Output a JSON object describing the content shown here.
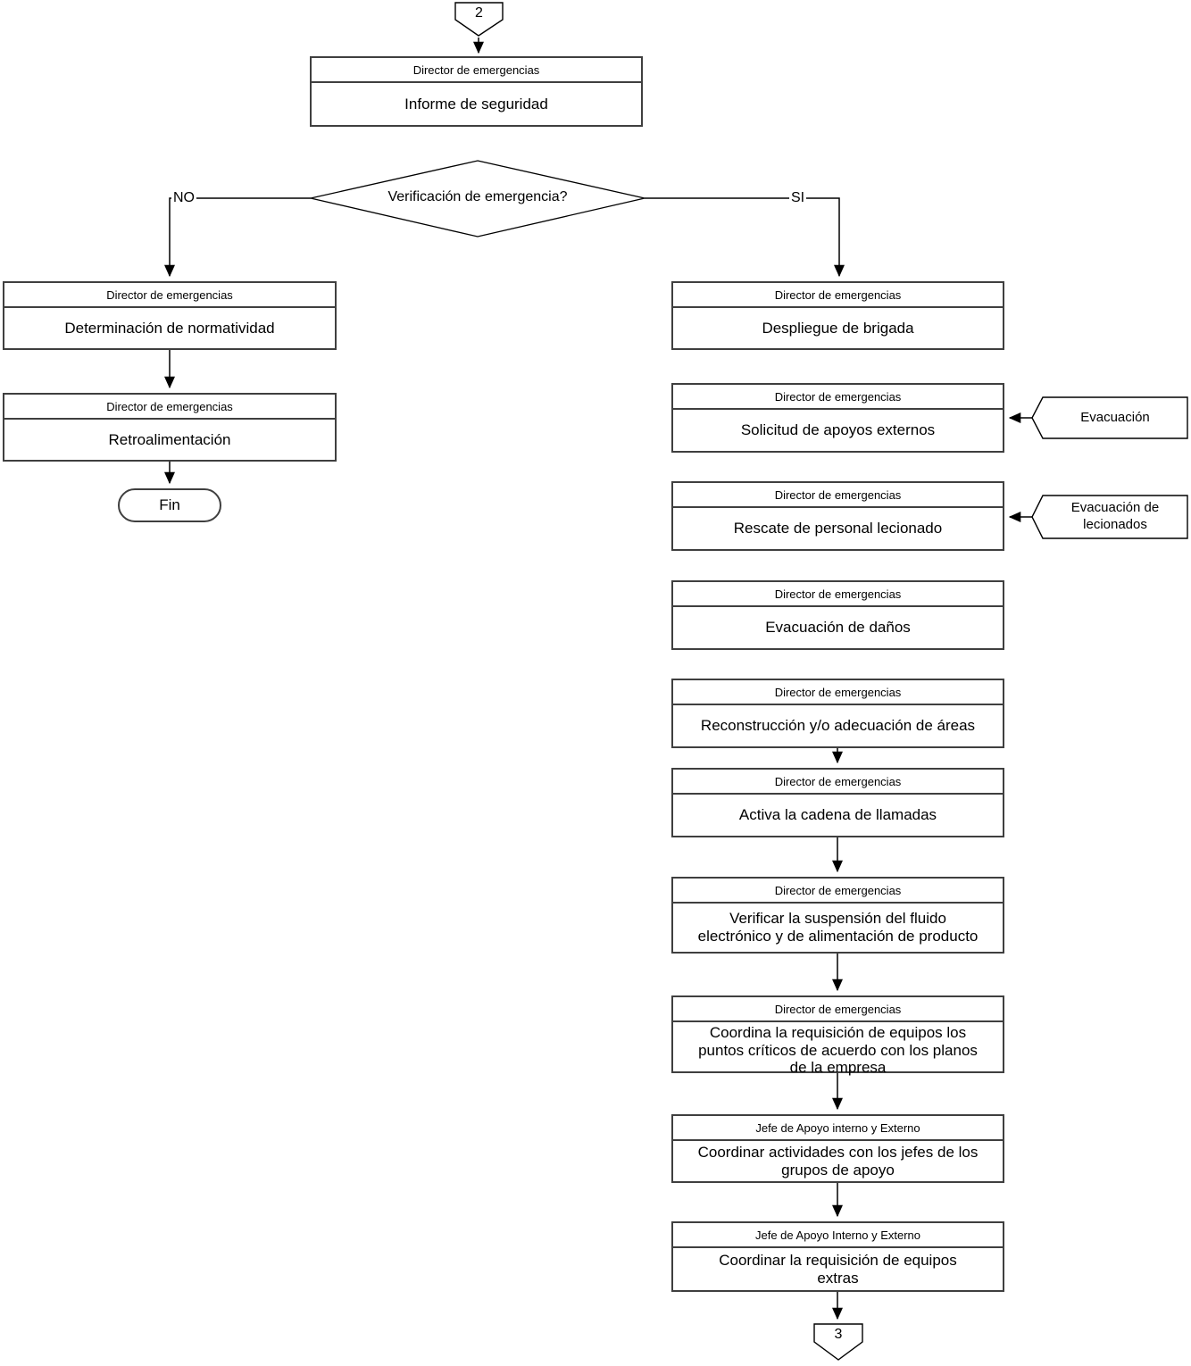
{
  "page": {
    "background": "#ffffff",
    "line_color": "#000000",
    "box_border_color": "#3f3f3f"
  },
  "connectors": {
    "top_label": "2",
    "bottom_label": "3"
  },
  "decision": {
    "question": "Verificación de emergencia?",
    "no_label": "NO",
    "si_label": "SI"
  },
  "terminator": {
    "label": "Fin"
  },
  "callouts": [
    {
      "text": "Evacuación"
    },
    {
      "text": "Evacuación de lecionados"
    }
  ],
  "boxes": [
    {
      "header": "Director de emergencias",
      "body": "Informe de seguridad"
    },
    {
      "header": "Director de emergencias",
      "body": "Determinación de normatividad"
    },
    {
      "header": "Director de emergencias",
      "body": "Retroalimentación"
    },
    {
      "header": "Director de emergencias",
      "body": "Despliegue de brigada"
    },
    {
      "header": "Director de emergencias",
      "body": "Solicitud de apoyos externos"
    },
    {
      "header": "Director de emergencias",
      "body": "Rescate de personal lecionado"
    },
    {
      "header": "Director de emergencias",
      "body": "Evacuación de daños"
    },
    {
      "header": "Director de emergencias",
      "body": "Reconstrucción y/o adecuación de áreas"
    },
    {
      "header": "Director de emergencias",
      "body": "Activa la cadena de llamadas"
    },
    {
      "header": "Director de emergencias",
      "body": "Verificar la suspensión del fluido electrónico y de alimentación de producto"
    },
    {
      "header": "Director de emergencias",
      "body": "Coordina la requisición de equipos los puntos críticos de acuerdo con los planos de la empresa"
    },
    {
      "header": "Jefe de Apoyo interno y Externo",
      "body": "Coordinar actividades con los jefes de los grupos de apoyo"
    },
    {
      "header": "Jefe de Apoyo Interno y Externo",
      "body": "Coordinar la requisición de equipos extras"
    }
  ]
}
